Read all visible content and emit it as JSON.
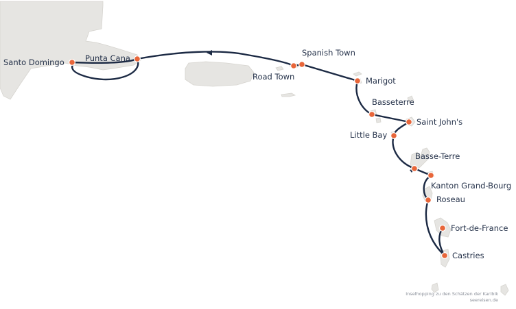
{
  "colors": {
    "land": "#e6e5e2",
    "route": "#1c2a44",
    "port": "#e8663a",
    "label": "#25324a"
  },
  "ports": [
    {
      "id": "santo-domingo",
      "name": "Santo Domingo"
    },
    {
      "id": "punta-cana",
      "name": "Punta Cana"
    },
    {
      "id": "spanish-town",
      "name": "Spanish Town"
    },
    {
      "id": "road-town",
      "name": "Road Town"
    },
    {
      "id": "marigot",
      "name": "Marigot"
    },
    {
      "id": "basseterre",
      "name": "Basseterre"
    },
    {
      "id": "saint-johns",
      "name": "Saint John's"
    },
    {
      "id": "little-bay",
      "name": "Little Bay"
    },
    {
      "id": "basse-terre",
      "name": "Basse-Terre"
    },
    {
      "id": "kanton-grand-bourg",
      "name": "Kanton Grand-Bourg"
    },
    {
      "id": "roseau",
      "name": "Roseau"
    },
    {
      "id": "fort-de-france",
      "name": "Fort-de-France"
    },
    {
      "id": "castries",
      "name": "Castries"
    }
  ],
  "credit": {
    "line1": "Inselhopping zu den Schätzen der Karibik",
    "line2": "seereisen.de"
  }
}
